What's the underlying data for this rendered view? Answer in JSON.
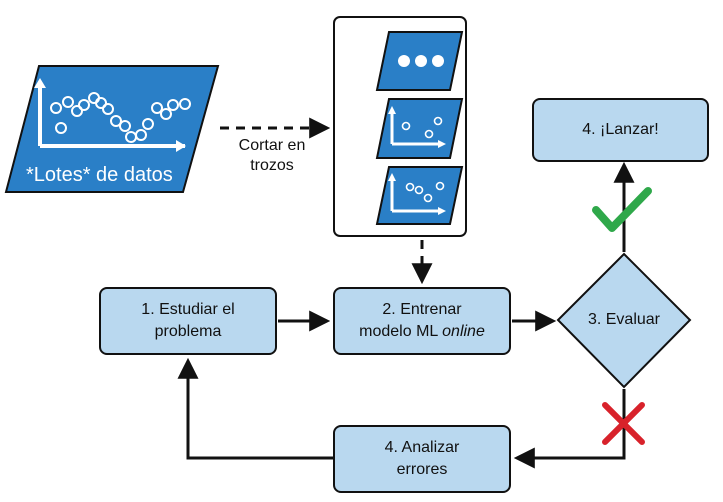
{
  "dataset": {
    "label": "*Lotes* de datos"
  },
  "chunk_edge": {
    "line1": "Cortar en",
    "line2": "trozos"
  },
  "steps": {
    "study": {
      "line1": "1. Estudiar el",
      "line2": "problema"
    },
    "train": {
      "line1": "2. Entrenar",
      "line2_prefix": "modelo ML ",
      "line2_italic": "online"
    },
    "evaluate": {
      "label": "3. Evaluar"
    },
    "launch": {
      "label": "4. ¡Lanzar!"
    },
    "analyze": {
      "line1": "4. Analizar",
      "line2": "errores"
    }
  },
  "colors": {
    "box_fill": "#b9d8ef",
    "box_stroke": "#1e1e1e",
    "dataset_fill": "#2a7fc7",
    "check": "#2fa84a",
    "cross": "#d8222b"
  },
  "icons": {
    "check": "check-icon",
    "cross": "cross-icon"
  }
}
